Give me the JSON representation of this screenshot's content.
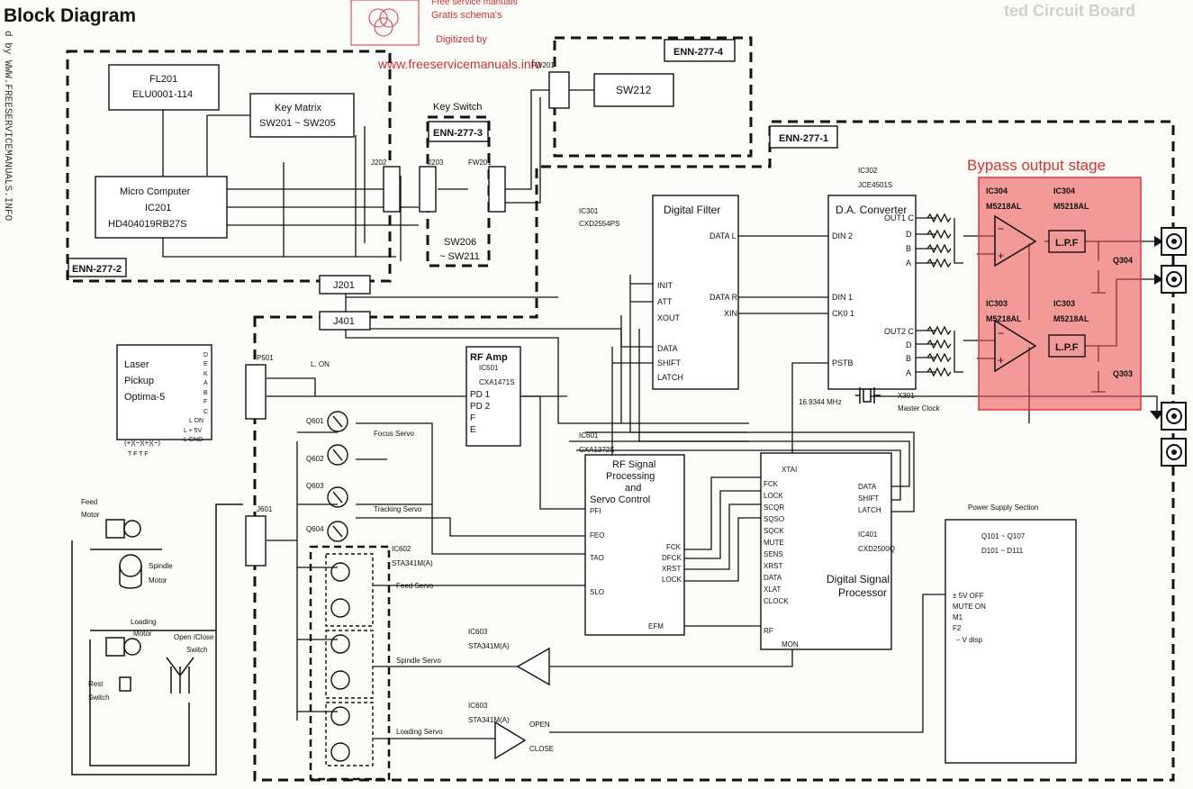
{
  "title": "Block Diagram",
  "title_right": "ted Circuit Board",
  "watermark": {
    "line1": "Free service manuals",
    "line2": "Gratis schema's",
    "line3": "Digitized by",
    "url": "www.freeservicemanuals.info"
  },
  "side_text": "d by WWW.FREESERVICEMANUALS.INFO",
  "highlight": {
    "label": "Bypass output stage",
    "color": "#ec4a4a"
  },
  "boards": {
    "b1": "ENN-277-1",
    "b2": "ENN-277-2",
    "b3": "ENN-277-3",
    "b4": "ENN-277-4"
  },
  "fl201": {
    "l1": "FL201",
    "l2": "ELU0001-114"
  },
  "keymatrix": {
    "l1": "Key Matrix",
    "l2": "SW201 ~ SW205"
  },
  "micro": {
    "l1": "Micro Computer",
    "l2": "IC201",
    "l3": "HD404019RB27S"
  },
  "keyswitch": "Key Switch",
  "sw206": {
    "l1": "SW206",
    "l2": "~ SW211"
  },
  "sw212": "SW212",
  "conn": {
    "j202": "J202",
    "j203": "J203",
    "fw201": "FW201",
    "fw201b": "FW201",
    "j201": "J201",
    "j401": "J401",
    "p501": "P501",
    "j601": "J601"
  },
  "laser": {
    "l1": "Laser",
    "l2": "Pickup",
    "l3": "Optima-5",
    "pins": [
      "D",
      "E",
      "K",
      "A",
      "B",
      "F",
      "C",
      "L ON",
      "L + 5V",
      "L GND"
    ],
    "bottom": "(+)(−)(+)(−)",
    "tf": "T  F  T  F"
  },
  "lon": "L. ON",
  "rfamp": {
    "title": "RF Amp",
    "ic": "IC501",
    "part": "CXA1471S",
    "pins": [
      "PD 1",
      "PD 2",
      "F",
      "E"
    ]
  },
  "dfilter": {
    "title": "Digital Filter",
    "ic": "IC301",
    "part": "CXD2554PS",
    "pins_left": [
      "INIT",
      "ATT",
      "XOUT",
      "DATA",
      "SHIFT",
      "LATCH"
    ],
    "pins_right": [
      "DATA L",
      "DATA R",
      "XIN"
    ]
  },
  "dac": {
    "title": "D.A. Converter",
    "ic": "IC302",
    "part": "JCE4501S",
    "pins_left": [
      "DIN 2",
      "DIN 1",
      "CK0 1",
      "PSTB"
    ],
    "out1": [
      "OUT1 C",
      "D",
      "B",
      "A"
    ],
    "out2": [
      "OUT2 C",
      "D",
      "B",
      "A"
    ]
  },
  "xtal": {
    "freq": "16.9344 MHz",
    "ref": "X301",
    "name": "Master Clock"
  },
  "op304": {
    "ic": "IC304",
    "part": "M5218AL",
    "ic2": "IC304",
    "part2": "M5218AL",
    "lpf": "L.P.F",
    "q": "Q304"
  },
  "op303": {
    "ic": "IC303",
    "part": "M5218AL",
    "ic2": "IC303",
    "part2": "M5218AL",
    "lpf": "L.P.F",
    "q": "Q303"
  },
  "rfsp": {
    "ic": "IC601",
    "part": "CXA1372S",
    "l1": "RF Signal",
    "l2": "Processing",
    "l3": "and",
    "l4": "Servo Control",
    "pins_left": [
      "PFI",
      "FEO",
      "TAO",
      "SLO",
      "EFM"
    ],
    "pins_right": [
      "FCK",
      "DFCK",
      "XRST",
      "LOCK"
    ]
  },
  "dsp": {
    "ic": "IC401",
    "part": "CXD2500Q",
    "l1": "Digital Signal",
    "l2": "Processor",
    "pins_left": [
      "XTAI",
      "FCK",
      "LOCK",
      "SCQR",
      "SQSO",
      "SQCK",
      "MUTE",
      "SENS",
      "XRST",
      "DATA",
      "XLAT",
      "CLOCK",
      "RF",
      "MON"
    ],
    "pins_right": [
      "DATA",
      "SHIFT",
      "LATCH"
    ]
  },
  "psu": {
    "title": "Power Supply Section",
    "q": "Q101 ~ Q107",
    "d": "D101 ~ D111",
    "l1": "± 5V  OFF",
    "l2": "MUTE  ON",
    "l3": "M1",
    "l4": "F2",
    "l5": "– V disp"
  },
  "servo": {
    "q601": "Q601",
    "q602": "Q602",
    "q603": "Q603",
    "q604": "Q604",
    "focus": "Focus Servo",
    "tracking": "Tracking Servo",
    "ic602": "IC602",
    "ic602p": "STA341M(A)",
    "feed": "Feed Servo",
    "ic603a": "IC603",
    "ic603ap": "STA341M(A)",
    "spindle": "Spindle Servo",
    "ic603b": "IC603",
    "ic603bp": "STA341M(A)",
    "loading": "Loading Servo",
    "open": "OPEN",
    "close": "CLOSE"
  },
  "mech": {
    "feed1": "Feed",
    "feed2": "Motor",
    "spin1": "Spindle",
    "spin2": "Motor",
    "load1": "Loading",
    "load2": "Motor",
    "oc1": "Open /Close",
    "oc2": "Switch",
    "rest1": "Rest",
    "rest2": "Switch"
  }
}
